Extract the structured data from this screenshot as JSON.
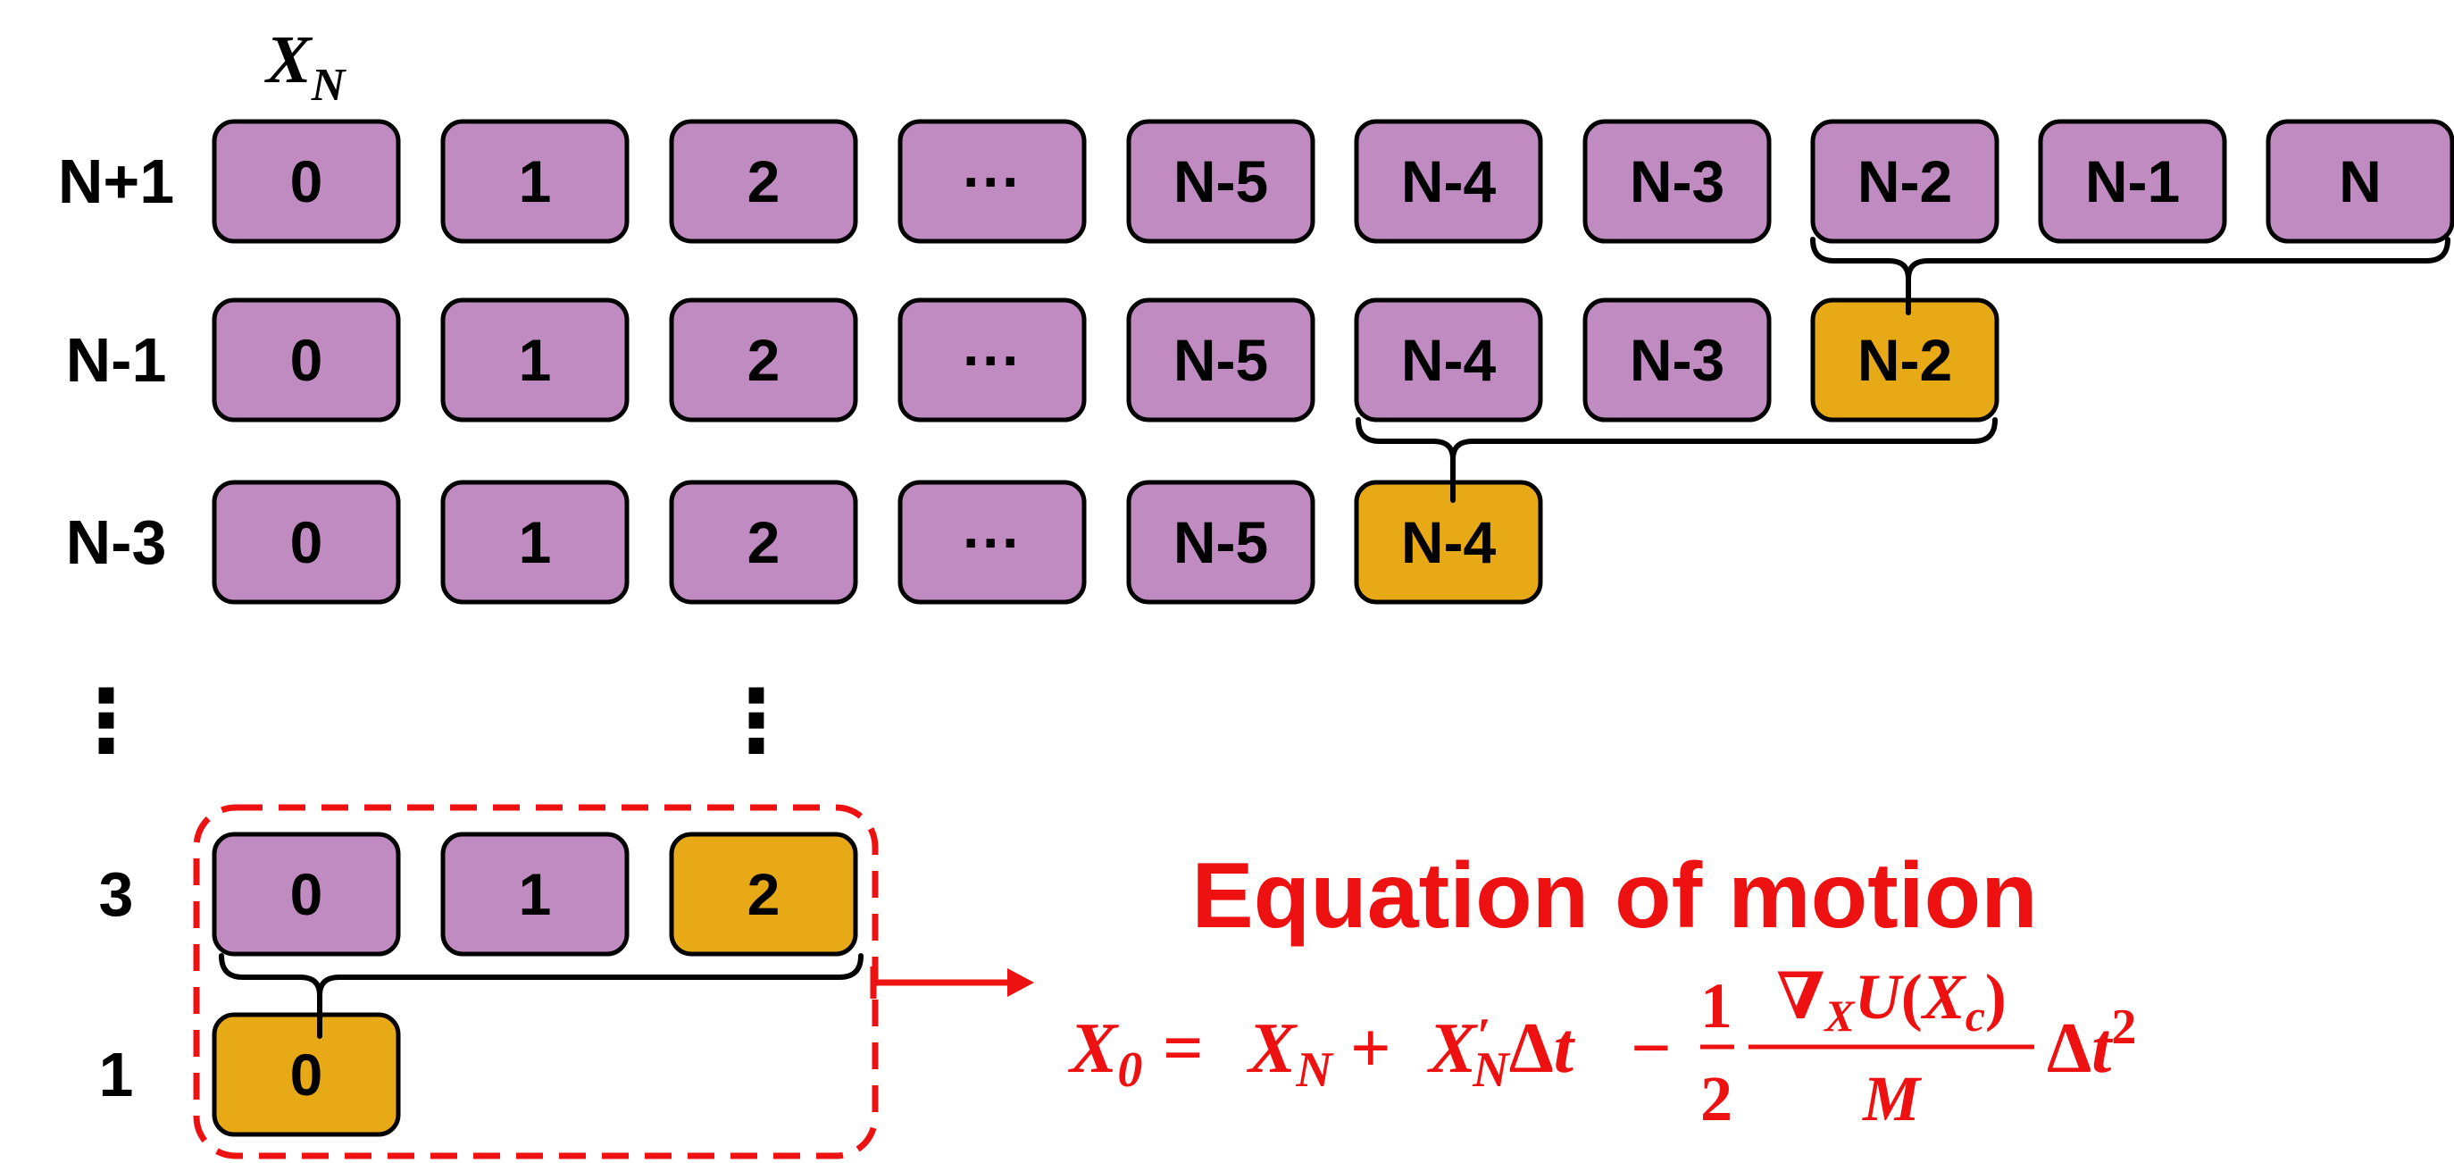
{
  "column_header": {
    "main": "X",
    "sub": "N"
  },
  "rows": [
    {
      "label": "N+1",
      "cells": [
        "0",
        "1",
        "2",
        "···",
        "N-5",
        "N-4",
        "N-3",
        "N-2",
        "N-1",
        "N"
      ],
      "highlight": []
    },
    {
      "label": "N-1",
      "cells": [
        "0",
        "1",
        "2",
        "···",
        "N-5",
        "N-4",
        "N-3",
        "N-2"
      ],
      "highlight": [
        7
      ]
    },
    {
      "label": "N-3",
      "cells": [
        "0",
        "1",
        "2",
        "···",
        "N-5",
        "N-4"
      ],
      "highlight": [
        5
      ]
    },
    {
      "label": "3",
      "cells": [
        "0",
        "1",
        "2"
      ],
      "highlight": [
        2
      ]
    },
    {
      "label": "1",
      "cells": [
        "0"
      ],
      "highlight": [
        0
      ]
    }
  ],
  "ellipsis": "⋮",
  "equation": {
    "title": "Equation of motion",
    "lhs_var": "X",
    "lhs_sub": "0",
    "eq_sign": "=",
    "t1_var": "X",
    "t1_sub": "N",
    "plus": "+",
    "t2_var": "X",
    "t2_prime": "′",
    "t2_sub": "N",
    "t2_dt": "Δ",
    "t2_t": "t",
    "minus": "−",
    "frac_num": "1",
    "frac_den": "2",
    "grad_nabla": "∇",
    "grad_sub": "X",
    "grad_u": "U",
    "grad_open": "(",
    "grad_x": "X",
    "grad_c": "c",
    "grad_close": ")",
    "grad_den": "M",
    "tail_delta": "Δ",
    "tail_t": "t",
    "tail_exp": "2"
  },
  "colors": {
    "cell_fill": "#C08BC0",
    "highlight_fill": "#E8A917",
    "accent": "#EE1111",
    "stroke": "#000000"
  }
}
